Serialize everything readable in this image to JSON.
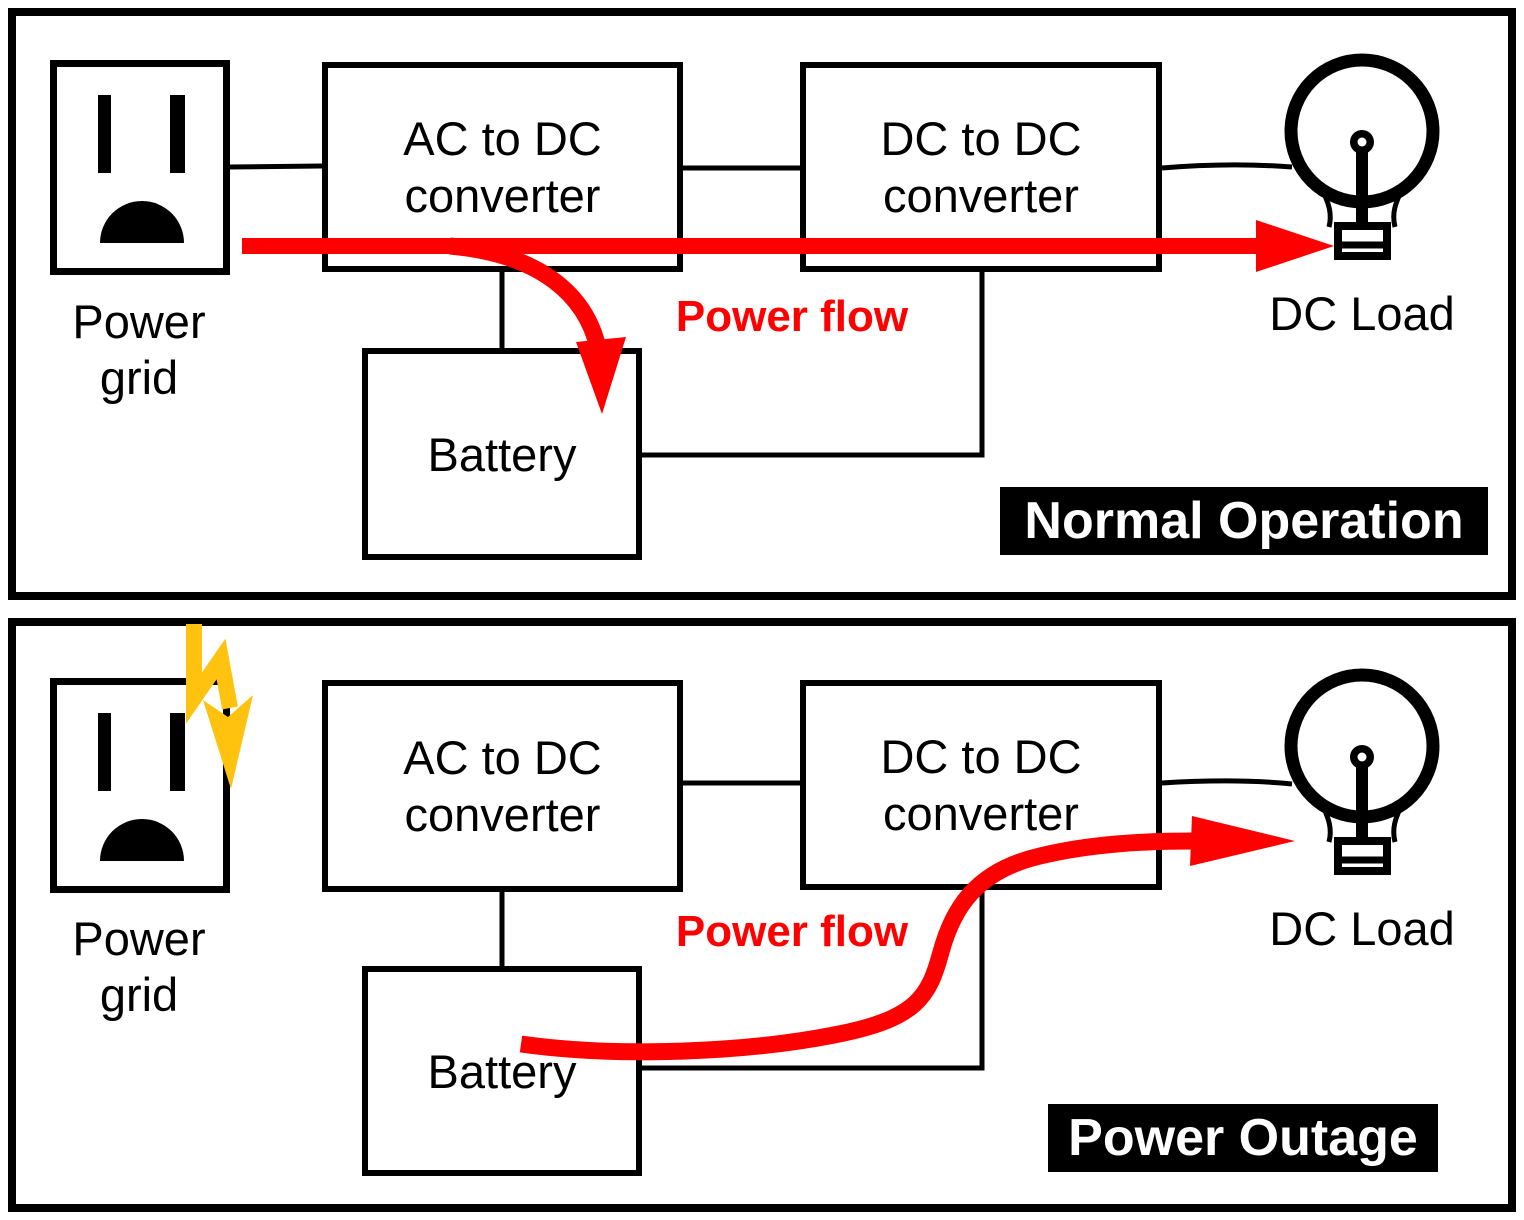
{
  "colors": {
    "arrow_red": "#FF0000",
    "bolt_yellow": "#FFC20E",
    "diagram_black": "#000000"
  },
  "icons": {
    "power_grid": "power-outlet-icon",
    "dc_load": "lightbulb-icon",
    "outage": "lightning-bolt-icon",
    "power_flow": "red-arrow-icon"
  },
  "panels": [
    {
      "name": "Normal Operation",
      "power_grid": {
        "line1": "Power",
        "line2": "grid"
      },
      "ac_dc_converter": {
        "line1": "AC to DC",
        "line2": "converter"
      },
      "dc_dc_converter": {
        "line1": "DC to DC",
        "line2": "converter"
      },
      "battery": "Battery",
      "dc_load": "DC Load",
      "power_flow": "Power flow",
      "badge": "Normal Operation"
    },
    {
      "name": "Power Outage",
      "power_grid": {
        "line1": "Power",
        "line2": "grid"
      },
      "ac_dc_converter": {
        "line1": "AC to DC",
        "line2": "converter"
      },
      "dc_dc_converter": {
        "line1": "DC to DC",
        "line2": "converter"
      },
      "battery": "Battery",
      "dc_load": "DC Load",
      "power_flow": "Power flow",
      "badge": "Power Outage"
    }
  ]
}
